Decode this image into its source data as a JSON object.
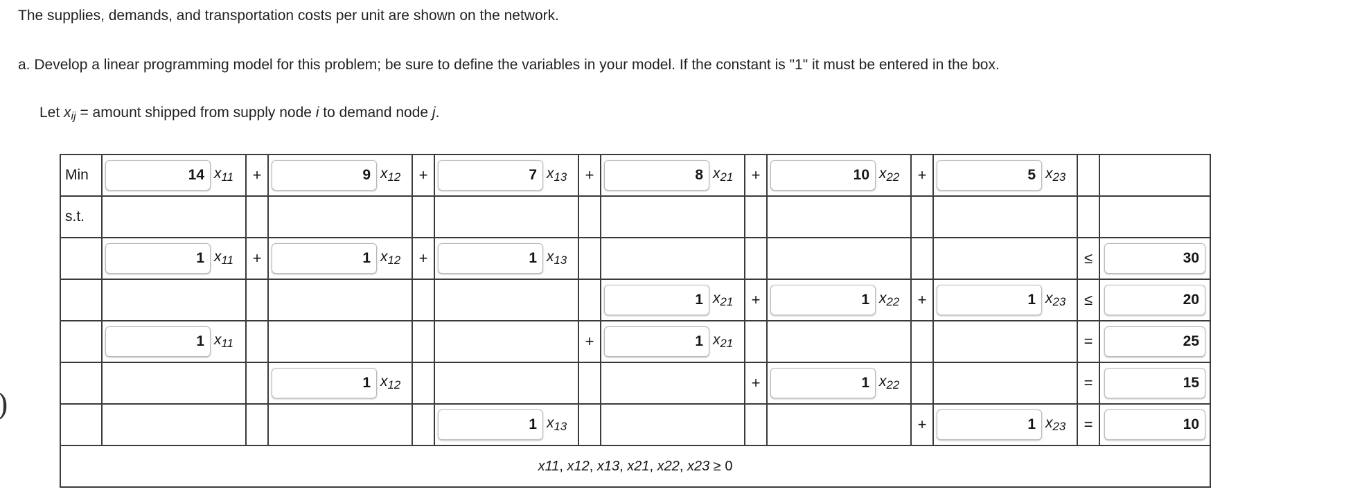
{
  "prose": {
    "line1": "The supplies, demands, and transportation costs per unit are shown on the network.",
    "line2": "a. Develop a linear programming model for this problem; be sure to define the variables in your model. If the constant is \"1\" it must be entered in the box.",
    "line3_prefix": "Let ",
    "line3_var": "x",
    "line3_var_sub": "ij",
    "line3_suffix_a": " = amount shipped from supply node ",
    "line3_idx_i": "i",
    "line3_suffix_b": " to demand node ",
    "line3_idx_j": "j",
    "line3_end": "."
  },
  "labels": {
    "min": "Min",
    "subject_to": "s.t.",
    "plus": "+",
    "le": "≤",
    "eq": "="
  },
  "variables": {
    "x11": {
      "name": "x",
      "sub": "11"
    },
    "x12": {
      "name": "x",
      "sub": "12"
    },
    "x13": {
      "name": "x",
      "sub": "13"
    },
    "x21": {
      "name": "x",
      "sub": "21"
    },
    "x22": {
      "name": "x",
      "sub": "22"
    },
    "x23": {
      "name": "x",
      "sub": "23"
    }
  },
  "objective": {
    "label": "Min",
    "coefficients": {
      "x11": "14",
      "x12": "9",
      "x13": "7",
      "x21": "8",
      "x22": "10",
      "x23": "5"
    }
  },
  "constraints": [
    {
      "id": "supply-1",
      "coefficients": {
        "x11": "1",
        "x12": "1",
        "x13": "1"
      },
      "relation": "≤",
      "rhs": "30"
    },
    {
      "id": "supply-2",
      "coefficients": {
        "x21": "1",
        "x22": "1",
        "x23": "1"
      },
      "relation": "≤",
      "rhs": "20"
    },
    {
      "id": "demand-1",
      "coefficients": {
        "x11": "1",
        "x21": "1"
      },
      "relation": "=",
      "rhs": "25"
    },
    {
      "id": "demand-2",
      "coefficients": {
        "x12": "1",
        "x22": "1"
      },
      "relation": "=",
      "rhs": "15"
    },
    {
      "id": "demand-3",
      "coefficients": {
        "x13": "1",
        "x23": "1"
      },
      "relation": "=",
      "rhs": "10"
    }
  ],
  "nonnegativity": {
    "vars": [
      "x11",
      "x12",
      "x13",
      "x21",
      "x22",
      "x23"
    ],
    "relation": "≥",
    "value": "0",
    "separator": ", "
  },
  "colors": {
    "grid_border": "#3b3b3b",
    "input_border": "#b9b9b9",
    "text": "#151515",
    "page_background": "#ffffff"
  }
}
